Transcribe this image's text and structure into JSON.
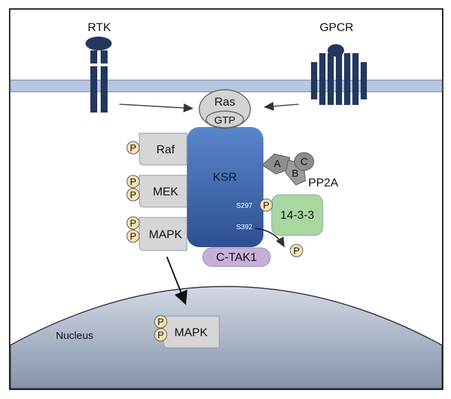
{
  "receptors": {
    "rtk": "RTK",
    "gpcr": "GPCR"
  },
  "ras": {
    "label": "Ras",
    "gtp": "GTP"
  },
  "scaffold": {
    "label": "KSR",
    "site1": "S297",
    "site2": "S392"
  },
  "kinases": {
    "raf": "Raf",
    "mek": "MEK",
    "mapk": "MAPK"
  },
  "pp2a": {
    "label": "PP2A",
    "a": "A",
    "b": "B",
    "c": "C"
  },
  "adapter": {
    "label": "14-3-3"
  },
  "ctak1": {
    "label": "C-TAK1"
  },
  "phospho": "P",
  "nucleus": {
    "label": "Nucleus",
    "mapk": "MAPK"
  },
  "colors": {
    "membrane": "#b7c7df",
    "receptor": "#23385f",
    "ksr": "#3f6bb7",
    "kinase_box": "#d6d6d6",
    "phospho": "#f7e2b5",
    "adapter": "#a9d7a0",
    "ctak1": "#c6b0d8",
    "pp2a": "#8d8d8d",
    "nucleus": "#a9b4c6"
  }
}
